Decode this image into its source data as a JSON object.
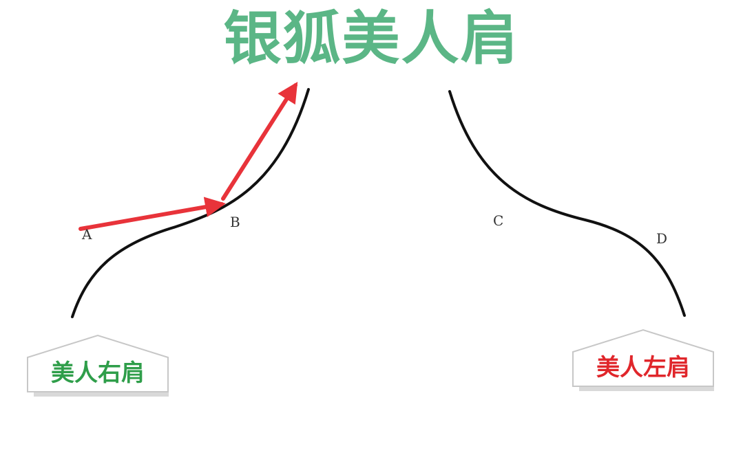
{
  "title": "银狐美人肩",
  "labels": {
    "a": "A",
    "b": "B",
    "c": "C",
    "d": "D"
  },
  "tags": {
    "right_shoulder": "美人右肩",
    "left_shoulder": "美人左肩"
  },
  "colors": {
    "title": "#5bb686",
    "arrow": "#e8333a",
    "curve": "#111111",
    "right_tag_text": "#2f9e4a",
    "left_tag_text": "#e0262b",
    "tag_border": "#c7c7c7"
  }
}
